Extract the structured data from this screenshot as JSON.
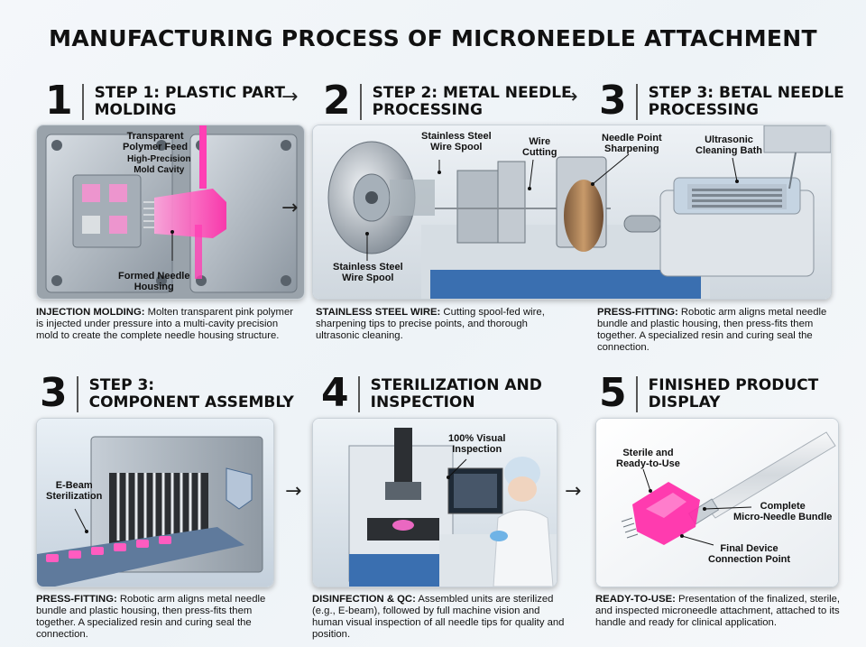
{
  "title": "MANUFACTURING PROCESS OF MICRONEEDLE ATTACHMENT",
  "steps": [
    {
      "number": "1",
      "label_line1": "STEP 1: PLASTIC PART",
      "label_line2": "MOLDING",
      "callouts": {
        "feed_1": "Transparent",
        "feed_2": "Polymer Feed",
        "cavity_1": "High-Precision",
        "cavity_2": "Mold Cavity",
        "housing_1": "Formed Needle",
        "housing_2": "Housing"
      },
      "desc_bold": "INJECTION MOLDING:",
      "desc_text": " Molten transparent pink polymer is injected under pressure into a multi-cavity precision mold to create the complete needle housing structure."
    },
    {
      "number": "2",
      "label_line1": "STEP 2: METAL NEEDLE",
      "label_line2": "PROCESSING",
      "callouts": {
        "spool_top_1": "Stainless Steel",
        "spool_top_2": "Wire Spool",
        "cutting_1": "Wire",
        "cutting_2": "Cutting",
        "sharpen_1": "Needle Point",
        "sharpen_2": "Sharpening",
        "spool_bottom_1": "Stainless Steel",
        "spool_bottom_2": "Wire Spool"
      },
      "desc_bold": "STAINLESS STEEL WIRE:",
      "desc_text": " Cutting spool-fed wire, sharpening tips to precise points, and thorough ultrasonic cleaning."
    },
    {
      "number": "3",
      "label_line1": "STEP 3: BETAL NEEDLE",
      "label_line2": "PROCESSING",
      "callouts": {
        "bath_1": "Ultrasonic",
        "bath_2": "Cleaning Bath"
      },
      "desc_bold": "PRESS-FITTING:",
      "desc_text": " Robotic arm aligns metal needle bundle and plastic housing, then press-fits them together. A specialized resin and curing seal the connection."
    },
    {
      "number": "3",
      "label_line1": "STEP 3:",
      "label_line2": "COMPONENT ASSEMBLY",
      "callouts": {
        "ebeam_1": "E-Beam",
        "ebeam_2": "Sterilization"
      },
      "desc_bold": "PRESS-FITTING:",
      "desc_text": " Robotic arm aligns metal needle bundle and plastic housing, then press-fits them together. A specialized resin and curing seal the connection."
    },
    {
      "number": "4",
      "label_line1": "STERILIZATION AND",
      "label_line2": "INSPECTION",
      "callouts": {
        "visual_1": "100% Visual",
        "visual_2": "Inspection"
      },
      "desc_bold": "DISINFECTION & QC:",
      "desc_text": " Assembled units are sterilized (e.g., E-beam), followed by full machine vision and human visual inspection of all needle tips for quality and position."
    },
    {
      "number": "5",
      "label_line1": "FINISHED PRODUCT",
      "label_line2": "DISPLAY",
      "callouts": {
        "sterile_1": "Sterile and",
        "sterile_2": "Ready-to-Use",
        "bundle_1": "Complete",
        "bundle_2": "Micro-Needle Bundle",
        "conn_1": "Final Device",
        "conn_2": "Connection Point"
      },
      "desc_bold": "READY-TO-USE:",
      "desc_text": " Presentation of the finalized, sterile, and inspected microneedle attachment, attached to its handle and ready for clinical application."
    }
  ],
  "arrow_glyph": "→",
  "colors": {
    "pink": "#ff3fb4",
    "steel": "#b8c0c8",
    "blue_machine": "#3a6fb0"
  }
}
